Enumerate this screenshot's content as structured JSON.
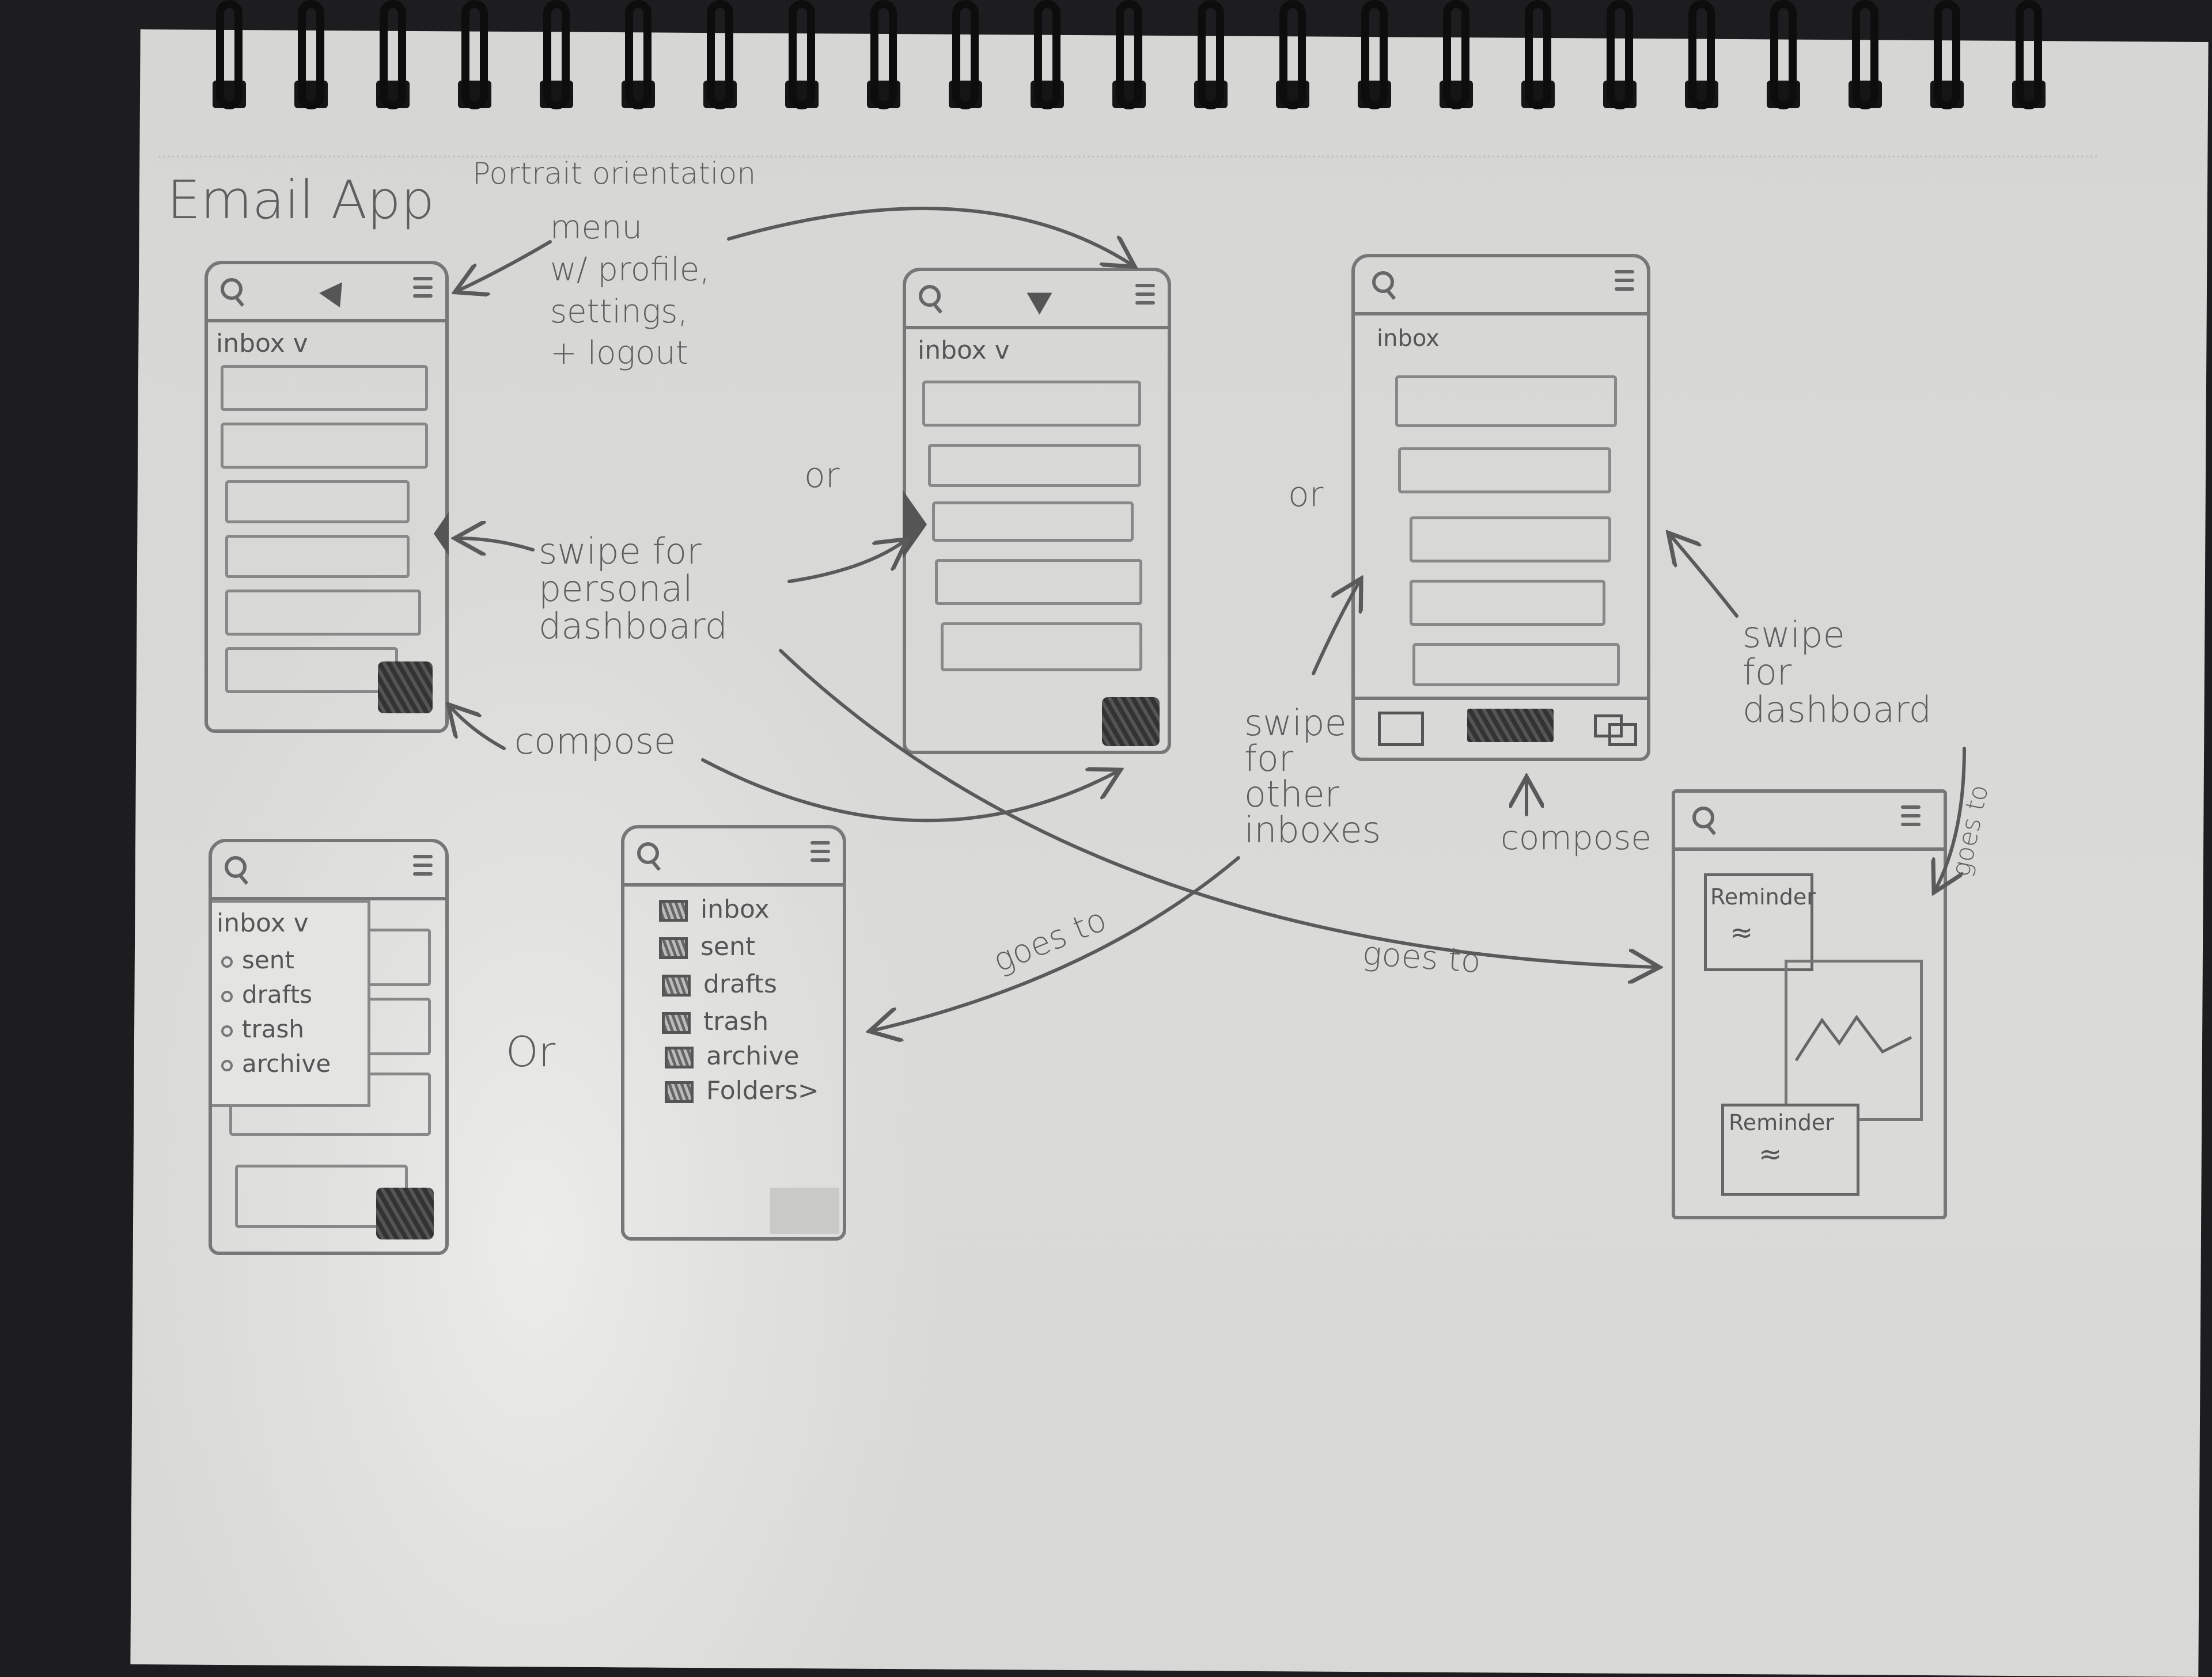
{
  "sketch": {
    "title": "Email App",
    "subtitle": "Portrait orientation",
    "pencil_color": "#5e5e5e",
    "paper_color": "#dadad8"
  },
  "annotations": {
    "menu_note": [
      "menu",
      "w/ profile,",
      "settings,",
      "+ logout"
    ],
    "or_1": "or",
    "or_2": "or",
    "or_3": "Or",
    "swipe_personal": [
      "swipe for",
      "personal",
      "dashboard"
    ],
    "compose_1": "compose",
    "swipe_other": [
      "swipe",
      "for",
      "other",
      "inboxes"
    ],
    "compose_2": "compose",
    "swipe_dashboard": [
      "swipe",
      "for",
      "dashboard"
    ],
    "goes_to_1": "goes to",
    "goes_to_2": "goes to",
    "goes_to_3": "goes to"
  },
  "phones": {
    "phone1": {
      "inbox_label": "inbox v",
      "icons": [
        "search-icon",
        "send-icon",
        "hamburger-menu-icon"
      ]
    },
    "phone2": {
      "inbox_label": "inbox v",
      "icons": [
        "search-icon",
        "send-icon",
        "hamburger-menu-icon"
      ]
    },
    "phone3": {
      "inbox_label": "inbox",
      "bottom_bar": [
        "inbox-icon",
        "compose-button",
        "folders-icon"
      ]
    },
    "phone4": {
      "dropdown_title": "inbox v",
      "dropdown_items": [
        "sent",
        "drafts",
        "trash",
        "archive"
      ]
    },
    "phone5": {
      "menu_items": [
        "inbox",
        "sent",
        "drafts",
        "trash",
        "archive",
        "Folders>"
      ]
    },
    "phone6": {
      "cards": [
        "Reminder",
        "Reminder"
      ],
      "image_card": "image-placeholder"
    }
  }
}
